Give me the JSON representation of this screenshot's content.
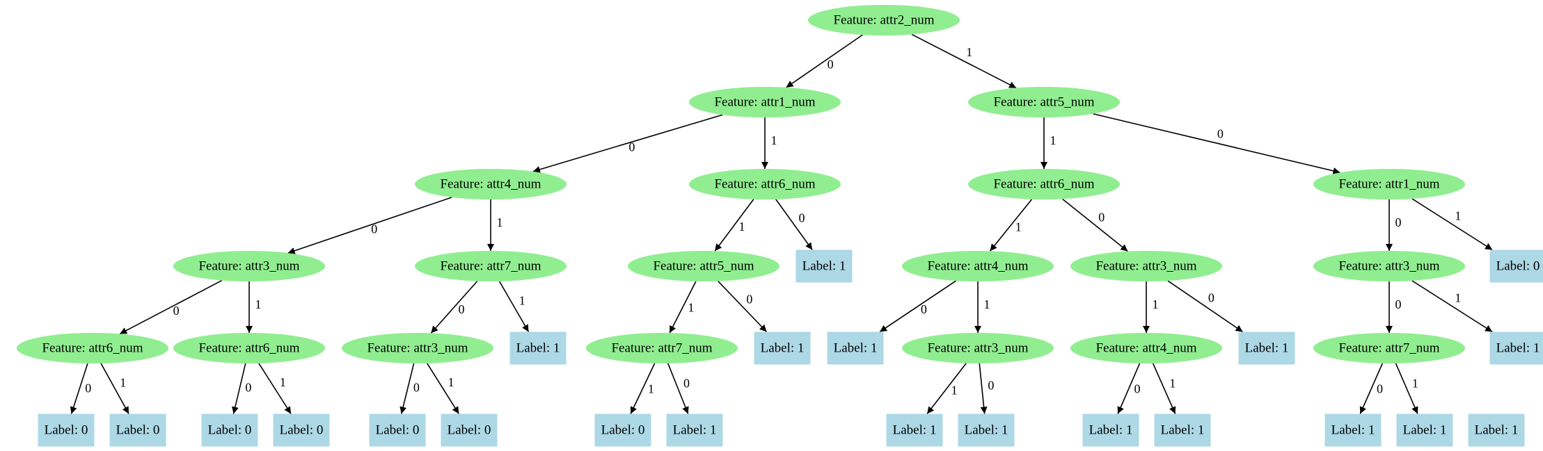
{
  "colors": {
    "feature_fill": "#90ee90",
    "label_fill": "#add8e6",
    "edge": "#000000",
    "background": "#ffffff"
  },
  "nodes": [
    {
      "id": "n0",
      "kind": "feature",
      "text": "Feature: attr2_num"
    },
    {
      "id": "n1",
      "kind": "feature",
      "text": "Feature: attr1_num"
    },
    {
      "id": "n2",
      "kind": "feature",
      "text": "Feature: attr5_num"
    },
    {
      "id": "n3",
      "kind": "feature",
      "text": "Feature: attr4_num"
    },
    {
      "id": "n4",
      "kind": "feature",
      "text": "Feature: attr6_num"
    },
    {
      "id": "n5",
      "kind": "feature",
      "text": "Feature: attr6_num"
    },
    {
      "id": "n6",
      "kind": "feature",
      "text": "Feature: attr1_num"
    },
    {
      "id": "n7",
      "kind": "feature",
      "text": "Feature: attr3_num"
    },
    {
      "id": "n8",
      "kind": "feature",
      "text": "Feature: attr7_num"
    },
    {
      "id": "n9",
      "kind": "feature",
      "text": "Feature: attr5_num"
    },
    {
      "id": "n10",
      "kind": "label",
      "text": "Label: 1"
    },
    {
      "id": "n11",
      "kind": "feature",
      "text": "Feature: attr4_num"
    },
    {
      "id": "n12",
      "kind": "feature",
      "text": "Feature: attr3_num"
    },
    {
      "id": "n13",
      "kind": "feature",
      "text": "Feature: attr3_num"
    },
    {
      "id": "n14",
      "kind": "label",
      "text": "Label: 0"
    },
    {
      "id": "n15",
      "kind": "feature",
      "text": "Feature: attr6_num"
    },
    {
      "id": "n16",
      "kind": "feature",
      "text": "Feature: attr6_num"
    },
    {
      "id": "n17",
      "kind": "feature",
      "text": "Feature: attr3_num"
    },
    {
      "id": "n18",
      "kind": "label",
      "text": "Label: 1"
    },
    {
      "id": "n19",
      "kind": "feature",
      "text": "Feature: attr7_num"
    },
    {
      "id": "n20",
      "kind": "label",
      "text": "Label: 1"
    },
    {
      "id": "n21",
      "kind": "label",
      "text": "Label: 1"
    },
    {
      "id": "n22",
      "kind": "feature",
      "text": "Feature: attr3_num"
    },
    {
      "id": "n23",
      "kind": "feature",
      "text": "Feature: attr4_num"
    },
    {
      "id": "n24",
      "kind": "label",
      "text": "Label: 1"
    },
    {
      "id": "n25",
      "kind": "feature",
      "text": "Feature: attr7_num"
    },
    {
      "id": "n26",
      "kind": "label",
      "text": "Label: 1"
    },
    {
      "id": "n27",
      "kind": "label",
      "text": "Label: 0"
    },
    {
      "id": "n28",
      "kind": "label",
      "text": "Label: 0"
    },
    {
      "id": "n29",
      "kind": "label",
      "text": "Label: 0"
    },
    {
      "id": "n30",
      "kind": "label",
      "text": "Label: 0"
    },
    {
      "id": "n31",
      "kind": "label",
      "text": "Label: 0"
    },
    {
      "id": "n32",
      "kind": "label",
      "text": "Label: 0"
    },
    {
      "id": "n33",
      "kind": "label",
      "text": "Label: 0"
    },
    {
      "id": "n34",
      "kind": "label",
      "text": "Label: 1"
    },
    {
      "id": "n35",
      "kind": "label",
      "text": "Label: 1"
    },
    {
      "id": "n36",
      "kind": "label",
      "text": "Label: 1"
    },
    {
      "id": "n37",
      "kind": "label",
      "text": "Label: 1"
    },
    {
      "id": "n38",
      "kind": "label",
      "text": "Label: 1"
    },
    {
      "id": "n39",
      "kind": "label",
      "text": "Label: 1"
    },
    {
      "id": "n40",
      "kind": "label",
      "text": "Label: 1"
    },
    {
      "id": "n41",
      "kind": "label",
      "text": "Label: 1"
    }
  ],
  "edges": [
    {
      "from": "n0",
      "to": "n1",
      "label": "0"
    },
    {
      "from": "n0",
      "to": "n2",
      "label": "1"
    },
    {
      "from": "n1",
      "to": "n3",
      "label": "0"
    },
    {
      "from": "n1",
      "to": "n4",
      "label": "1"
    },
    {
      "from": "n2",
      "to": "n5",
      "label": "1"
    },
    {
      "from": "n2",
      "to": "n6",
      "label": "0"
    },
    {
      "from": "n3",
      "to": "n7",
      "label": "0"
    },
    {
      "from": "n3",
      "to": "n8",
      "label": "1"
    },
    {
      "from": "n4",
      "to": "n9",
      "label": "1"
    },
    {
      "from": "n4",
      "to": "n10",
      "label": "0"
    },
    {
      "from": "n5",
      "to": "n11",
      "label": "1"
    },
    {
      "from": "n5",
      "to": "n12",
      "label": "0"
    },
    {
      "from": "n6",
      "to": "n13",
      "label": "0"
    },
    {
      "from": "n6",
      "to": "n14",
      "label": "1"
    },
    {
      "from": "n7",
      "to": "n15",
      "label": "0"
    },
    {
      "from": "n7",
      "to": "n16",
      "label": "1"
    },
    {
      "from": "n8",
      "to": "n17",
      "label": "0"
    },
    {
      "from": "n8",
      "to": "n18",
      "label": "1"
    },
    {
      "from": "n9",
      "to": "n19",
      "label": "1"
    },
    {
      "from": "n9",
      "to": "n20",
      "label": "0"
    },
    {
      "from": "n11",
      "to": "n21",
      "label": "0"
    },
    {
      "from": "n11",
      "to": "n22",
      "label": "1"
    },
    {
      "from": "n12",
      "to": "n23",
      "label": "1"
    },
    {
      "from": "n12",
      "to": "n24",
      "label": "0"
    },
    {
      "from": "n13",
      "to": "n25",
      "label": "0"
    },
    {
      "from": "n13",
      "to": "n26",
      "label": "1"
    },
    {
      "from": "n15",
      "to": "n27",
      "label": "0"
    },
    {
      "from": "n15",
      "to": "n28",
      "label": "1"
    },
    {
      "from": "n16",
      "to": "n29",
      "label": "0"
    },
    {
      "from": "n16",
      "to": "n30",
      "label": "1"
    },
    {
      "from": "n17",
      "to": "n31",
      "label": "0"
    },
    {
      "from": "n17",
      "to": "n32",
      "label": "1"
    },
    {
      "from": "n19",
      "to": "n33",
      "label": "1"
    },
    {
      "from": "n19",
      "to": "n34",
      "label": "0"
    },
    {
      "from": "n22",
      "to": "n35",
      "label": "1"
    },
    {
      "from": "n22",
      "to": "n36",
      "label": "0"
    },
    {
      "from": "n23",
      "to": "n37",
      "label": "0"
    },
    {
      "from": "n23",
      "to": "n38",
      "label": "1"
    },
    {
      "from": "n25",
      "to": "n39",
      "label": "0"
    },
    {
      "from": "n25",
      "to": "n40",
      "label": "1"
    }
  ]
}
